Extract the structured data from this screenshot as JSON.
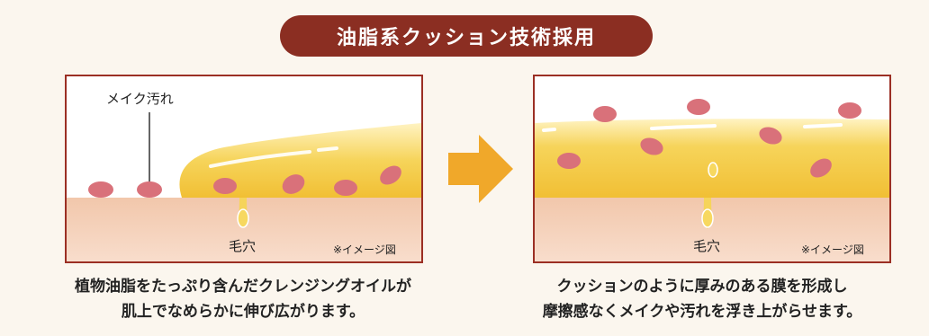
{
  "title": "油脂系クッション技術採用",
  "left_panel": {
    "makeup_label": "メイク汚れ",
    "pore_label": "毛穴",
    "image_note": "※イメージ図"
  },
  "right_panel": {
    "pore_label": "毛穴",
    "image_note": "※イメージ図"
  },
  "captions": {
    "left_line1": "植物油脂をたっぷり含んだクレンジングオイルが",
    "left_line2": "肌上でなめらかに伸び広がります。",
    "right_line1": "クッションのように厚みのある膜を形成し",
    "right_line2": "摩擦感なくメイクや汚れを浮き上がらせます。"
  },
  "colors": {
    "title_bg": "#8b2e22",
    "panel_border": "#9b2f24",
    "skin": "#f3cdb3",
    "oil": "#f2c23a",
    "dirt": "#d9717a",
    "arrow": "#f0a82a"
  }
}
